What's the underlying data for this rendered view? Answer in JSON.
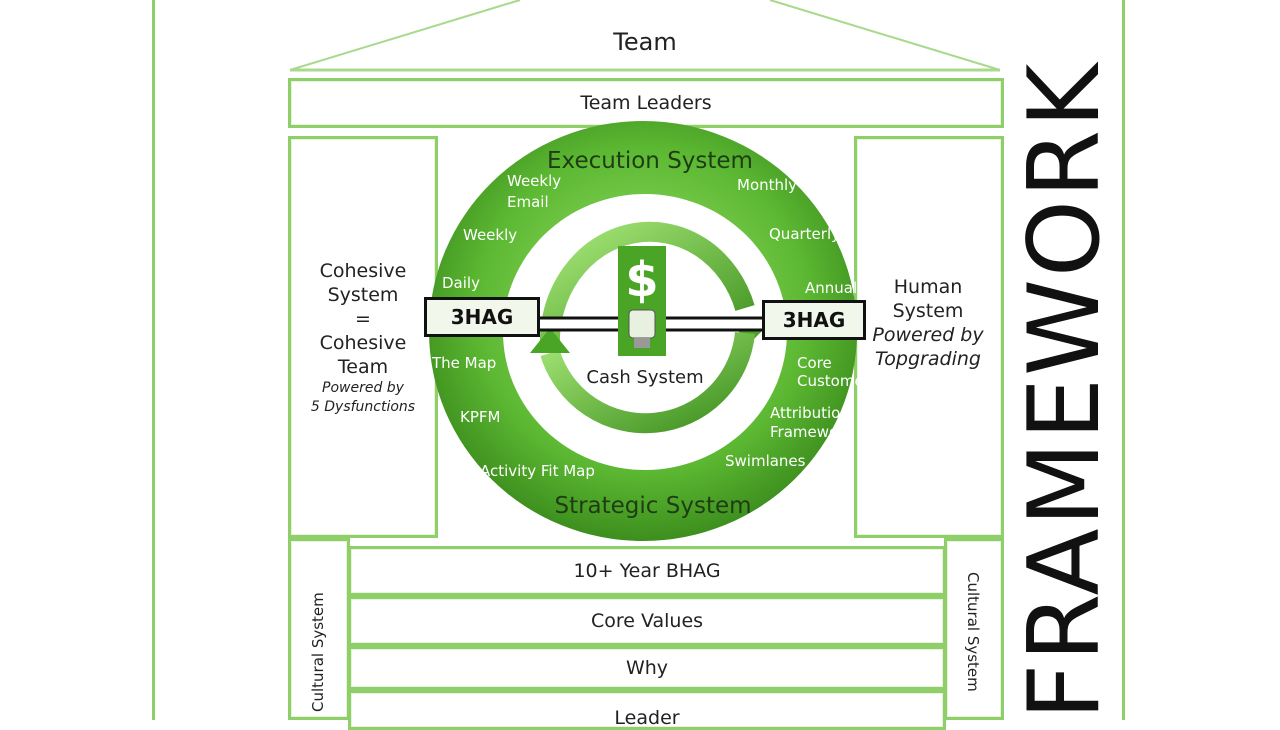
{
  "roof": {
    "title": "Team"
  },
  "team_leaders": "Team Leaders",
  "left_column": {
    "line1": "Cohesive",
    "line2": "System",
    "line3": "=",
    "line4": "Cohesive",
    "line5": "Team",
    "powered1": "Powered by",
    "powered2": "5 Dysfunctions"
  },
  "right_column": {
    "line1": "Human",
    "line2": "System",
    "powered1": "Powered by",
    "powered2": "Topgrading"
  },
  "ring": {
    "top_title": "Execution System",
    "bottom_title": "Strategic System",
    "items": {
      "weekly_email_1": "Weekly",
      "weekly_email_2": "Email",
      "monthly": "Monthly",
      "weekly": "Weekly",
      "quarterly": "Quarterly",
      "daily": "Daily",
      "annual": "Annual",
      "the_map": "The Map",
      "core_1": "Core",
      "core_2": "Customer",
      "kpfm": "KPFM",
      "attribution_1": "Attribution",
      "attribution_2": "Framework",
      "activity_fit_map": "Activity  Fit  Map",
      "swimlanes": "Swimlanes"
    },
    "left_hag": "3HAG",
    "right_hag": "3HAG",
    "center_label": "Cash System",
    "dollar": "$"
  },
  "foundation": {
    "bhag": "10+ Year BHAG",
    "core_values": "Core Values",
    "why": "Why",
    "leader": "Leader"
  },
  "cultural_left": "Cultural System",
  "cultural_right": "Cultural System",
  "side_word": "FRAMEWORK",
  "colors": {
    "frame_green": "#8fcf6a",
    "ring_green": "#5cb832",
    "ring_dark": "#3d8f1e"
  }
}
